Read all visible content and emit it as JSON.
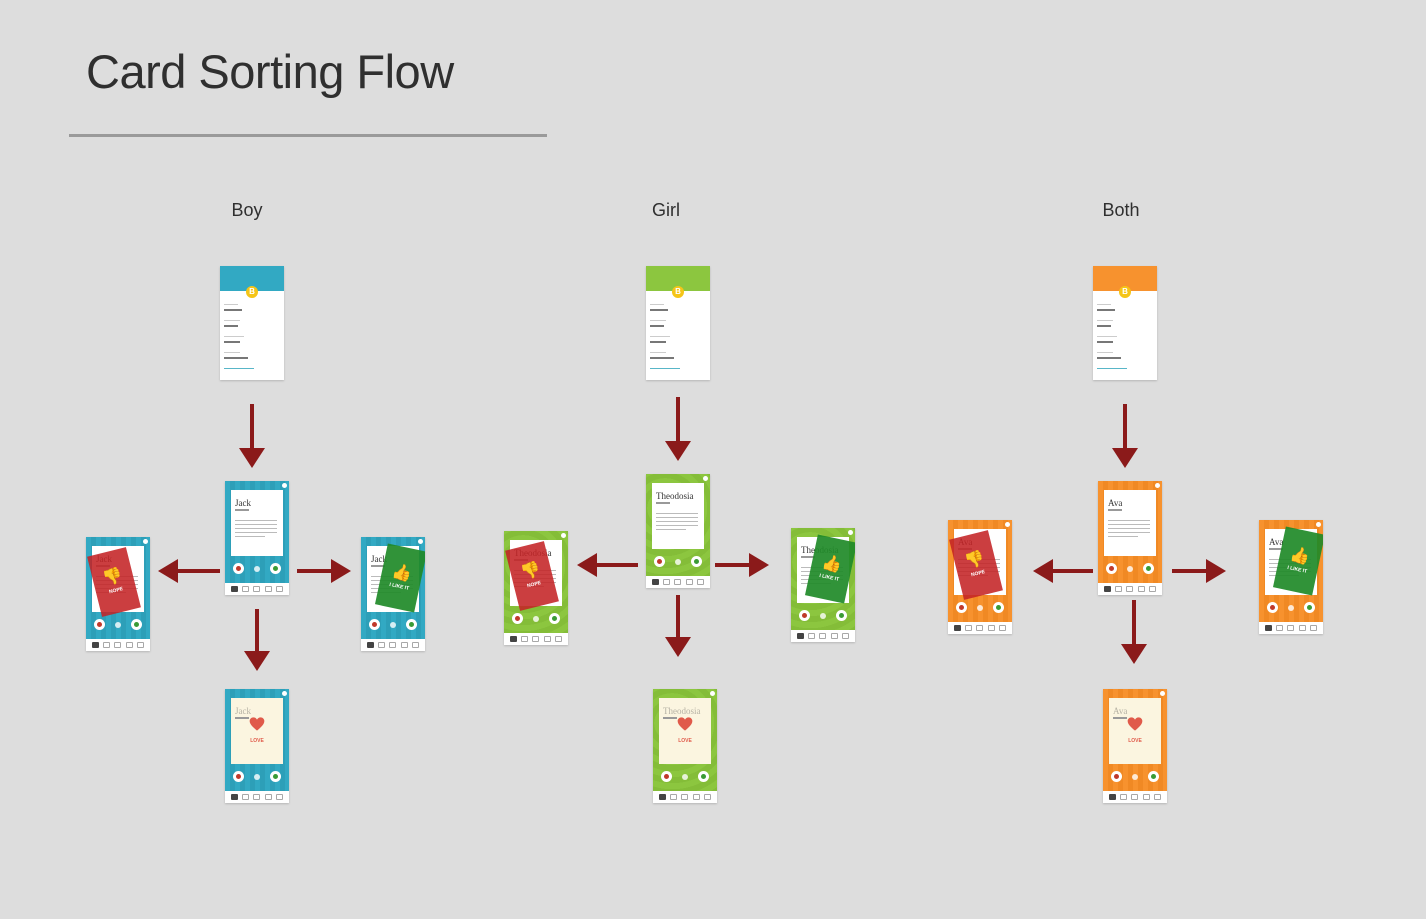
{
  "page": {
    "title": "Card Sorting Flow"
  },
  "columns": [
    {
      "key": "boy",
      "label": "Boy",
      "accent": "#32a9c3",
      "badge": "B",
      "card_name": "Jack",
      "nope_label": "NOPE",
      "like_label": "I LIKE IT",
      "love_label": "LOVE"
    },
    {
      "key": "girl",
      "label": "Girl",
      "accent": "#8cc63f",
      "badge": "B",
      "card_name": "Theodosia",
      "nope_label": "NOPE",
      "like_label": "I LIKE IT",
      "love_label": "LOVE"
    },
    {
      "key": "both",
      "label": "Both",
      "accent": "#f7922e",
      "badge": "B",
      "card_name": "Ava",
      "nope_label": "NOPE",
      "like_label": "I LIKE IT",
      "love_label": "LOVE"
    }
  ],
  "colors": {
    "arrow": "#8b1a1a",
    "nope": "#c42326",
    "like": "#208a28",
    "love": "#e05a4a"
  },
  "icons": {
    "down_arrow": "arrow-down-icon",
    "left_arrow": "arrow-left-icon",
    "right_arrow": "arrow-right-icon",
    "thumbs_down": "thumbs-down-icon",
    "thumbs_up": "thumbs-up-icon",
    "heart": "heart-icon"
  }
}
